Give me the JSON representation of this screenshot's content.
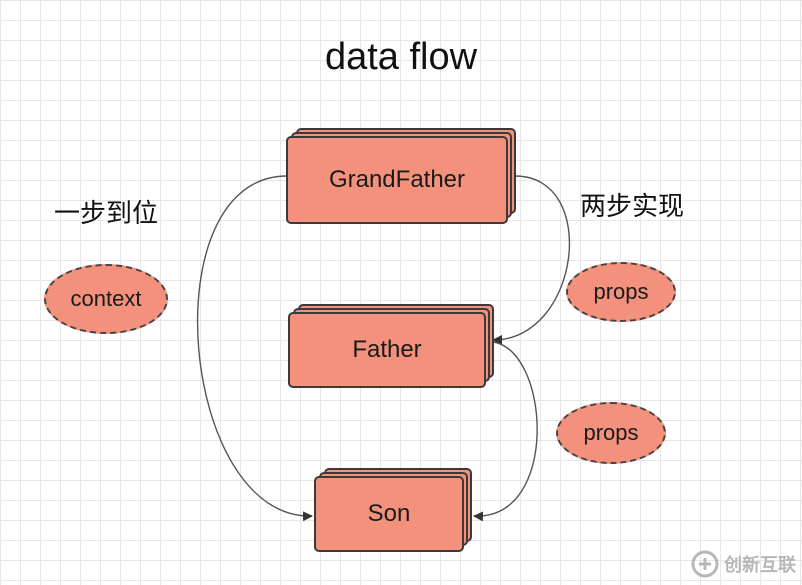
{
  "diagram": {
    "title": "data flow",
    "nodes": {
      "grandfather": "GrandFather",
      "father": "Father",
      "son": "Son"
    },
    "left_label": "一步到位",
    "right_label": "两步实现",
    "left_ellipse": "context",
    "right_ellipse_top": "props",
    "right_ellipse_bottom": "props"
  },
  "watermark": {
    "text": "创新互联"
  },
  "colors": {
    "node_fill": "#f4917d",
    "stroke": "#3a3a3a",
    "grid": "#e6e6e6"
  }
}
